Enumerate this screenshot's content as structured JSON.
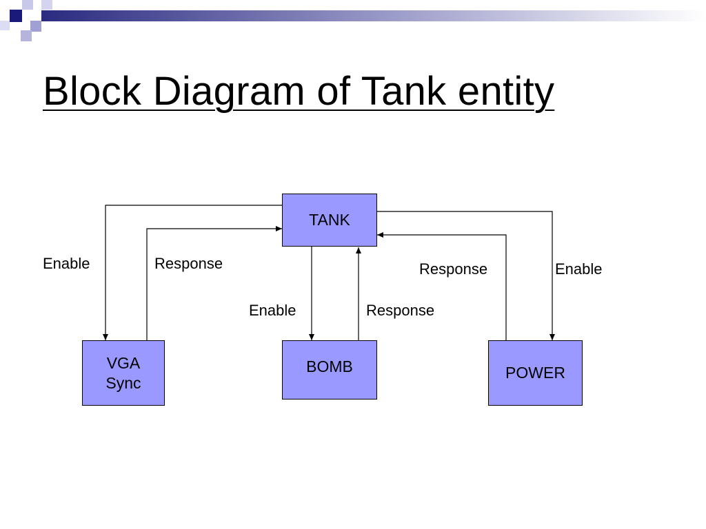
{
  "title": "Block Diagram of Tank entity",
  "colors": {
    "block_fill": "#9999ff",
    "header_dark": "#1a1a7a",
    "header_light": "#b8b8e0"
  },
  "blocks": {
    "tank": "TANK",
    "vga": "VGA\nSync",
    "bomb": "BOMB",
    "power": "POWER"
  },
  "labels": {
    "vga_enable": "Enable",
    "vga_response": "Response",
    "bomb_enable": "Enable",
    "bomb_response": "Response",
    "power_response": "Response",
    "power_enable": "Enable"
  }
}
